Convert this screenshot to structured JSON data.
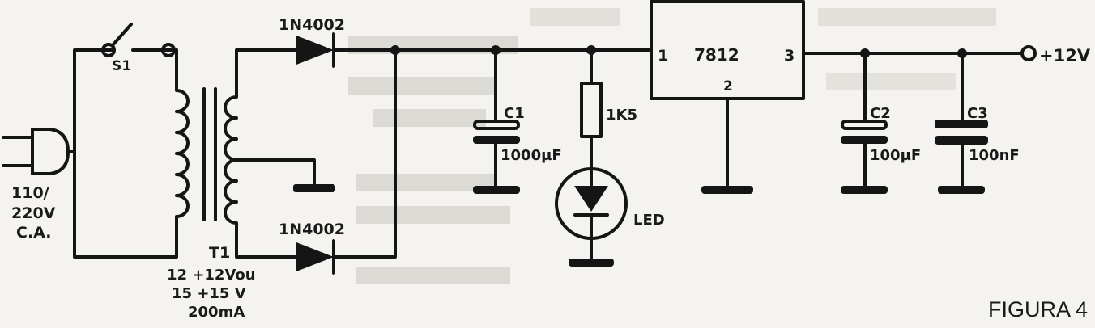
{
  "labels": {
    "s1": "S1",
    "d1": "1N4002",
    "d2": "1N4002",
    "reg_name": "7812",
    "reg_pin1": "1",
    "reg_pin2": "2",
    "reg_pin3": "3",
    "out": "+12V",
    "c1": "C1",
    "c1_val": "1000µF",
    "r1": "1K5",
    "led": "LED",
    "c2": "C2",
    "c2_val": "100µF",
    "c3": "C3",
    "c3_val": "100nF",
    "mains_1": "110/",
    "mains_2": "220V",
    "mains_3": "C.A.",
    "t1": "T1",
    "t1_spec_1": "12 +12Vou",
    "t1_spec_2": "15 +15 V",
    "t1_spec_3": "200mA"
  },
  "caption": "FIGURA 4"
}
